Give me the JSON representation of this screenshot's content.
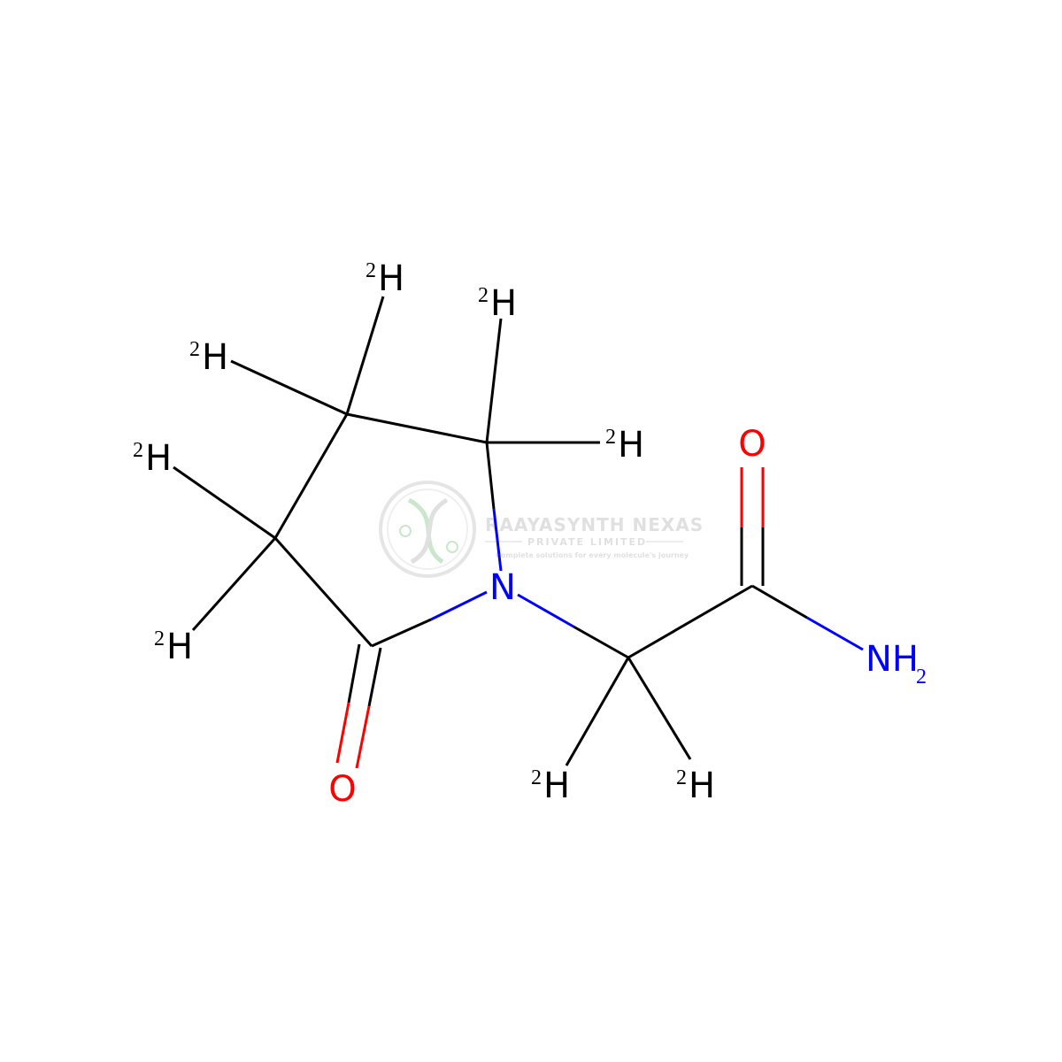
{
  "structure": {
    "atoms": {
      "N1": {
        "element": "N",
        "label": "N",
        "color": "#0000ff"
      },
      "O_ring": {
        "element": "O",
        "label": "O",
        "color": "#ff0000"
      },
      "O_amide": {
        "element": "O",
        "label": "O",
        "color": "#ff0000"
      },
      "NH2": {
        "element": "N",
        "label": "NH",
        "subscript": "2",
        "color": "#0000ff"
      },
      "D": {
        "element": "H",
        "label": "H",
        "isotope": "2",
        "color": "#000000"
      }
    },
    "bond_color": "#000000"
  },
  "watermark": {
    "title": "RAAYASYNTH NEXAS",
    "subtitle": "PRIVATE LIMITED",
    "tagline": "Complete solutions for every molecule's journey",
    "color": "#c8c8c8",
    "accent_color": "#9ed49e"
  }
}
